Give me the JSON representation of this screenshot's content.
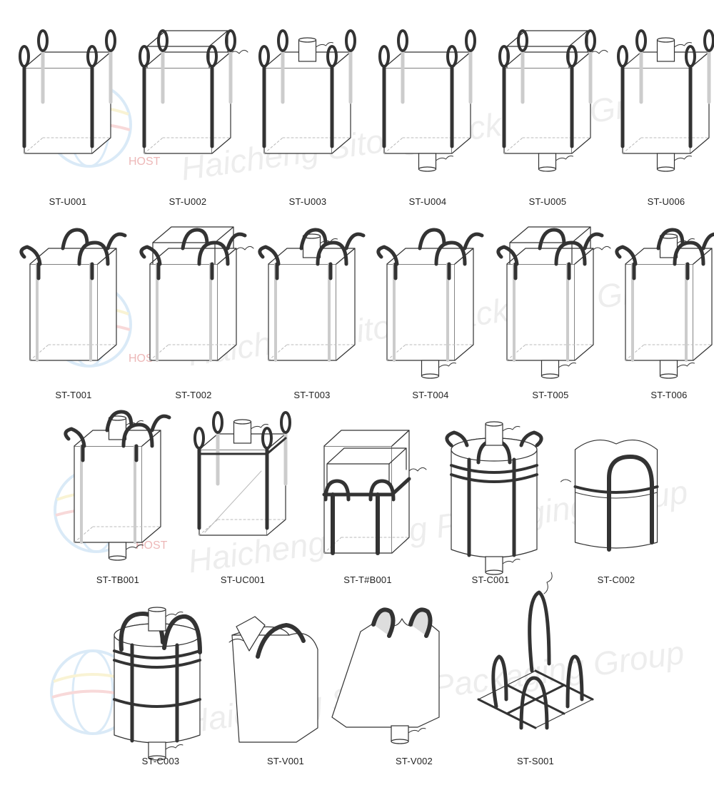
{
  "watermark": {
    "text": "Haicheng Sitong Packaging Group",
    "logo_text": "HOST"
  },
  "colors": {
    "outline": "#333333",
    "strap": "#333333",
    "strap_light": "#cccccc",
    "dashed": "#bbbbbb"
  },
  "rows": [
    {
      "items": [
        {
          "code": "ST-U001",
          "style": "u",
          "top": "open",
          "bottom": "flat",
          "straps": "loops"
        },
        {
          "code": "ST-U002",
          "style": "u",
          "top": "duffle",
          "bottom": "flat",
          "straps": "loops"
        },
        {
          "code": "ST-U003",
          "style": "u",
          "top": "spout",
          "bottom": "flat",
          "straps": "loops"
        },
        {
          "code": "ST-U004",
          "style": "u",
          "top": "open",
          "bottom": "spout",
          "straps": "loops"
        },
        {
          "code": "ST-U005",
          "style": "u",
          "top": "duffle",
          "bottom": "spout",
          "straps": "loops"
        },
        {
          "code": "ST-U006",
          "style": "u",
          "top": "spout",
          "bottom": "spout",
          "straps": "loops"
        }
      ]
    },
    {
      "items": [
        {
          "code": "ST-T001",
          "style": "t",
          "top": "open",
          "bottom": "flat",
          "straps": "cross-corner"
        },
        {
          "code": "ST-T002",
          "style": "t",
          "top": "duffle",
          "bottom": "flat",
          "straps": "cross-corner"
        },
        {
          "code": "ST-T003",
          "style": "t",
          "top": "spout",
          "bottom": "flat",
          "straps": "cross-corner"
        },
        {
          "code": "ST-T004",
          "style": "t",
          "top": "open",
          "bottom": "spout",
          "straps": "cross-corner"
        },
        {
          "code": "ST-T005",
          "style": "t",
          "top": "duffle",
          "bottom": "spout",
          "straps": "cross-corner"
        },
        {
          "code": "ST-T006",
          "style": "t",
          "top": "spout",
          "bottom": "spout",
          "straps": "cross-corner"
        }
      ]
    },
    {
      "items": [
        {
          "code": "ST-TB001",
          "style": "t",
          "top": "spout",
          "bottom": "spout",
          "straps": "cross-corner"
        },
        {
          "code": "ST-UC001",
          "style": "uc",
          "top": "spout",
          "bottom": "flat",
          "straps": "loops"
        },
        {
          "code": "ST-T#B001",
          "style": "tb",
          "top": "duffle",
          "bottom": "flat",
          "straps": "belt"
        },
        {
          "code": "ST-C001",
          "style": "c",
          "top": "spout",
          "bottom": "spout",
          "straps": "circular"
        },
        {
          "code": "ST-C002",
          "style": "c2",
          "top": "closed",
          "bottom": "flat",
          "straps": "circular"
        }
      ]
    },
    {
      "items": [
        {
          "code": "ST-C003",
          "style": "c3",
          "top": "spout",
          "bottom": "spout",
          "straps": "circular"
        },
        {
          "code": "ST-V001",
          "style": "v1",
          "top": "spout",
          "bottom": "flat",
          "straps": "single"
        },
        {
          "code": "ST-V002",
          "style": "v2",
          "top": "closed",
          "bottom": "spout",
          "straps": "double"
        },
        {
          "code": "ST-S001",
          "style": "s",
          "top": "none",
          "bottom": "flat",
          "straps": "sling"
        }
      ]
    }
  ]
}
